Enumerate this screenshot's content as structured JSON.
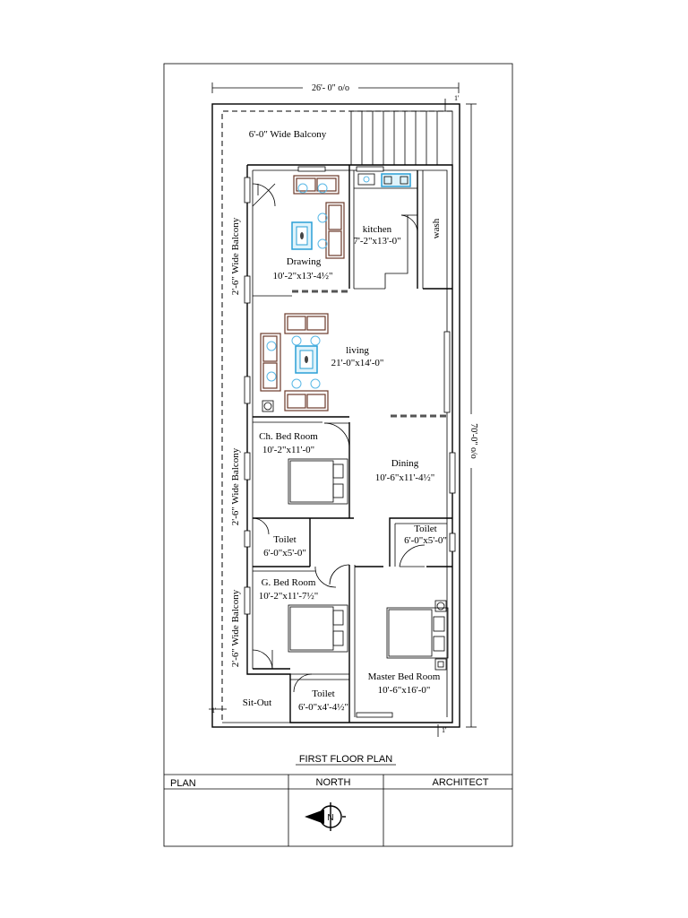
{
  "dimensions": {
    "width_overall": "26'- 0\" o/o",
    "length_overall": "70'-0\" o/o",
    "front_setback": "1'",
    "side_setback_left": "1'",
    "side_setback_bottom": "1'"
  },
  "balconies": {
    "top": "6'-0\" Wide Balcony",
    "left_upper": "2'-6\" Wide Balcony",
    "left_middle": "2'-6\" Wide Balcony",
    "left_lower": "2'-6\" Wide Balcony"
  },
  "rooms": {
    "drawing": {
      "name": "Drawing",
      "size": "10'-2\"x13'-4½\""
    },
    "kitchen": {
      "name": "kitchen",
      "size": "7'-2\"x13'-0\""
    },
    "wash": {
      "name": "wash"
    },
    "living": {
      "name": "living",
      "size": "21'-0\"x14'-0\""
    },
    "ch_bed": {
      "name": "Ch. Bed Room",
      "size": "10'-2\"x11'-0\""
    },
    "dining": {
      "name": "Dining",
      "size": "10'-6\"x11'-4½\""
    },
    "toilet_1": {
      "name": "Toilet",
      "size": "6'-0\"x5'-0\""
    },
    "toilet_2": {
      "name": "Toilet",
      "size": "6'-0\"x5'-0\""
    },
    "g_bed": {
      "name": "G. Bed Room",
      "size": "10'-2\"x11'-7½\""
    },
    "master_bed": {
      "name": "Master Bed Room",
      "size": "10'-6\"x16'-0\""
    },
    "toilet_3": {
      "name": "Toilet",
      "size": "6'-0\"x4'-4½\""
    },
    "sit_out": {
      "name": "Sit-Out"
    }
  },
  "plan_title": "FIRST FLOOR PLAN",
  "title_block": {
    "col1": "PLAN",
    "col2": "NORTH",
    "col3": "ARCHITECT",
    "compass_letter": "N"
  }
}
